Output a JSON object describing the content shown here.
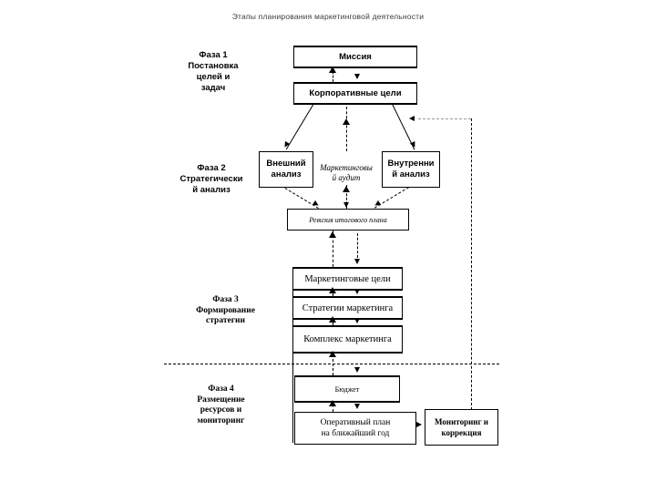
{
  "title": "Этапы планирования маркетинговой деятельности",
  "phases": {
    "phase1": "Фаза 1\nПостановка\nцелей и\nзадач",
    "phase2": "Фаза 2\nСтратегически\nй анализ",
    "phase3": "Фаза 3\nФормирование\nстратегии",
    "phase4": "Фаза 4\nРазмещение\nресурсов и\nмониторинг"
  },
  "nodes": {
    "mission": "Миссия",
    "corporate_goals": "Корпоративные цели",
    "external_analysis": "Внешний\nанализ",
    "marketing_audit": "Маркетинговы\nй аудит",
    "internal_analysis": "Внутренни\nй анализ",
    "plan_revision": "Ревизия итогового плана",
    "marketing_goals": "Маркетинговые цели",
    "marketing_strategies": "Стратегии маркетинга",
    "marketing_mix": "Комплекс маркетинга",
    "budget": "Бюджет",
    "operational_plan": "Оперативный план\nна ближайший год",
    "monitoring": "Мониторинг и\nкоррекция"
  },
  "colors": {
    "line": "#000000",
    "background": "#ffffff",
    "title_text": "#3c3c3c"
  }
}
